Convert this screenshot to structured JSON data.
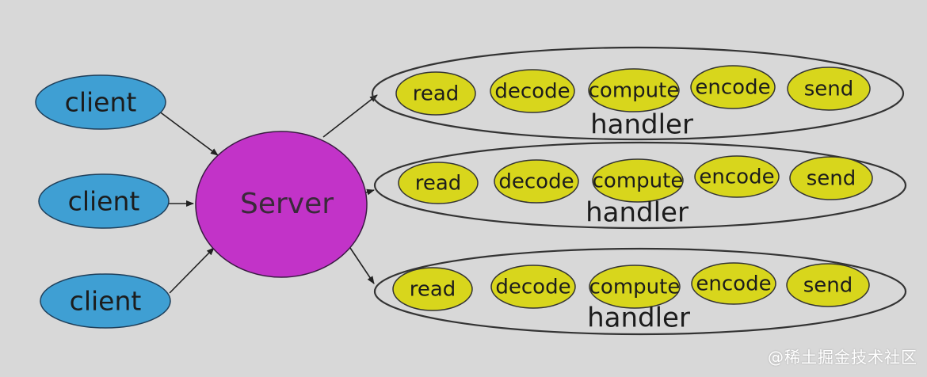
{
  "clients": [
    "client",
    "client",
    "client"
  ],
  "server": {
    "label": "Server"
  },
  "handlers": [
    {
      "label": "handler",
      "steps": [
        "read",
        "decode",
        "compute",
        "encode",
        "send"
      ]
    },
    {
      "label": "handler",
      "steps": [
        "read",
        "decode",
        "compute",
        "encode",
        "send"
      ]
    },
    {
      "label": "handler",
      "steps": [
        "read",
        "decode",
        "compute",
        "encode",
        "send"
      ]
    }
  ],
  "watermark": "@稀土掘金技术社区",
  "colors": {
    "client": "#3f9fd3",
    "server": "#c233c8",
    "step": "#d8d61c",
    "background": "#d8d8d8"
  }
}
